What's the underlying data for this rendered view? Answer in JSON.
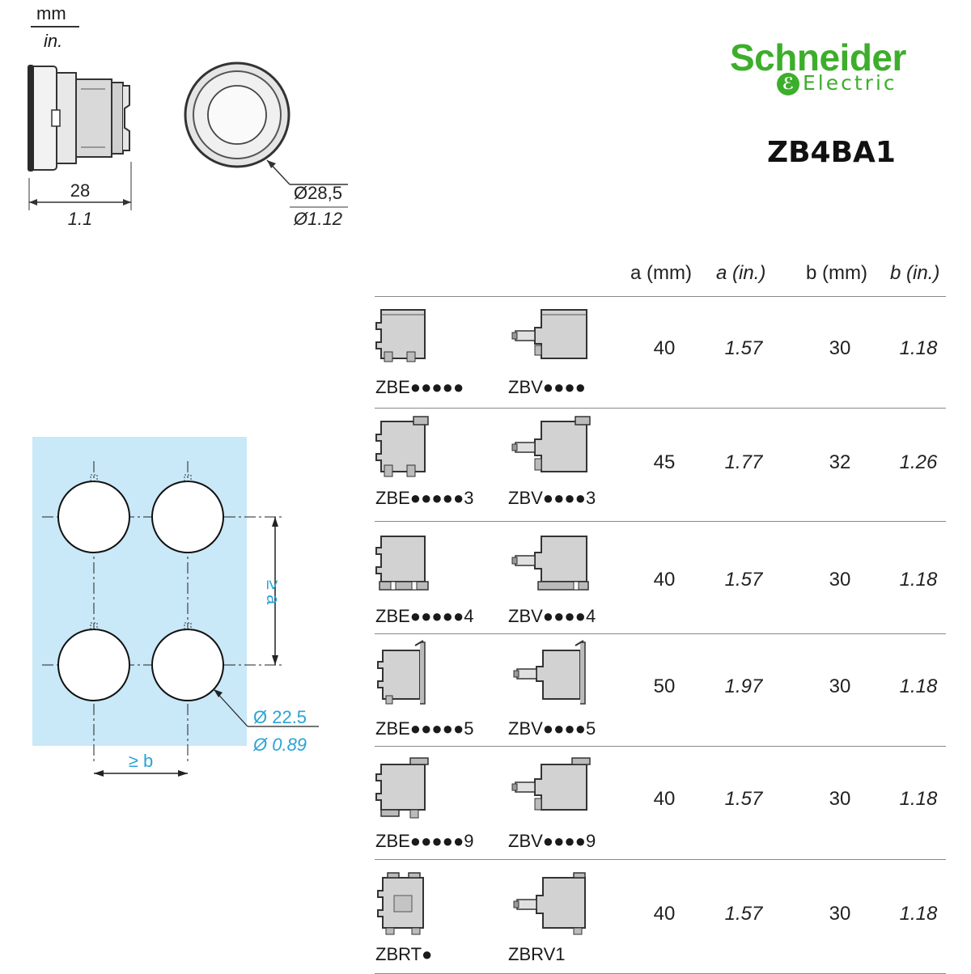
{
  "units": {
    "primary": "mm",
    "secondary": "in."
  },
  "brand": {
    "name": "Schneider",
    "sub": "Electric"
  },
  "product": {
    "model": "ZB4BA1"
  },
  "head_dimensions": {
    "length_mm": "28",
    "length_in": "1.1",
    "diameter_mm": "Ø28,5",
    "diameter_in": "Ø1.12"
  },
  "panel_cutout": {
    "spacing_a": "≥ a",
    "spacing_b": "≥ b",
    "hole_mm": "Ø 22.5",
    "hole_in": "Ø 0.89",
    "background_color": "#c9e8f8",
    "annotation_color": "#29a3d6"
  },
  "table": {
    "headers": [
      "a (mm)",
      "a (in.)",
      "b (mm)",
      "b (in.)"
    ],
    "rows": [
      {
        "ref1": "ZBE●●●●●",
        "ref2": "ZBV●●●●",
        "a_mm": "40",
        "a_in": "1.57",
        "b_mm": "30",
        "b_in": "1.18"
      },
      {
        "ref1": "ZBE●●●●●3",
        "ref2": "ZBV●●●●3",
        "a_mm": "45",
        "a_in": "1.77",
        "b_mm": "32",
        "b_in": "1.26"
      },
      {
        "ref1": "ZBE●●●●●4",
        "ref2": "ZBV●●●●4",
        "a_mm": "40",
        "a_in": "1.57",
        "b_mm": "30",
        "b_in": "1.18"
      },
      {
        "ref1": "ZBE●●●●●5",
        "ref2": "ZBV●●●●5",
        "a_mm": "50",
        "a_in": "1.97",
        "b_mm": "30",
        "b_in": "1.18"
      },
      {
        "ref1": "ZBE●●●●●9",
        "ref2": "ZBV●●●●9",
        "a_mm": "40",
        "a_in": "1.57",
        "b_mm": "30",
        "b_in": "1.18"
      },
      {
        "ref1": "ZBRT●",
        "ref2": "ZBRV1",
        "a_mm": "40",
        "a_in": "1.57",
        "b_mm": "30",
        "b_in": "1.18"
      }
    ]
  }
}
